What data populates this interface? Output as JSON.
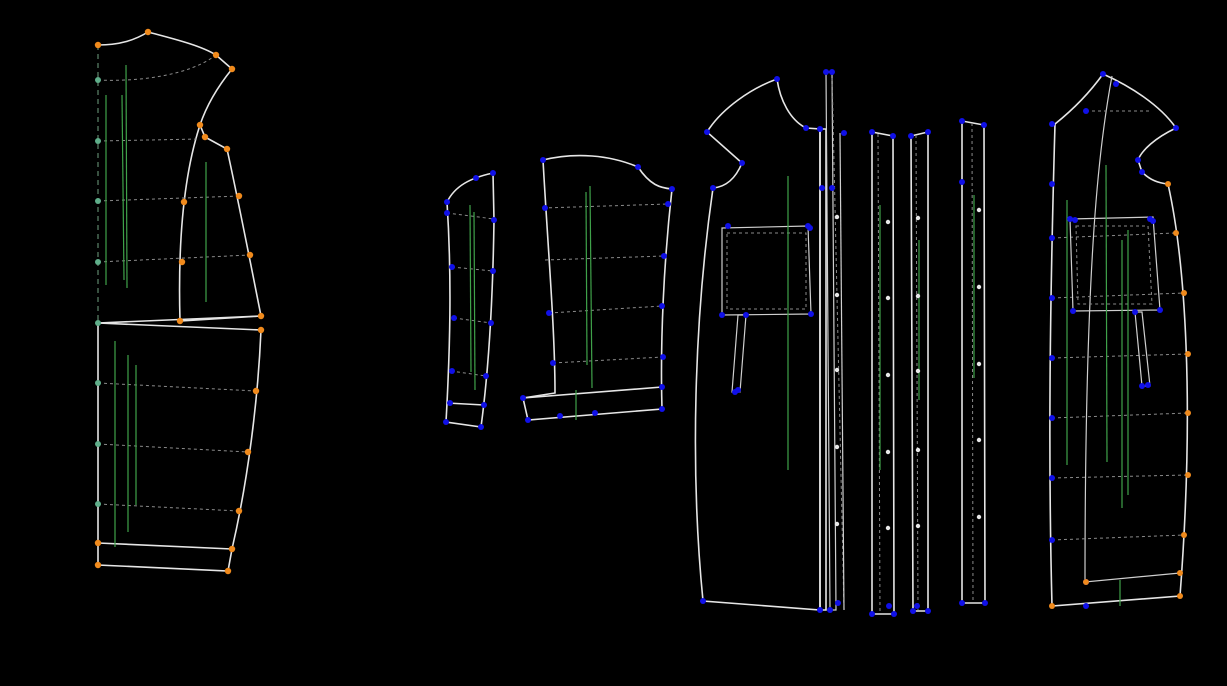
{
  "canvas": {
    "background": "#000000"
  },
  "colors": {
    "outline": "#e6e6e6",
    "seam_guide": "#8a8a8a",
    "center_guide": "#6fa07f",
    "grainline": "#3fa24a",
    "point_orange": "#f08a1c",
    "point_blue": "#1010e8",
    "point_teal": "#5fae8a",
    "point_white": "#e8e8e8"
  },
  "pieces": [
    {
      "id": "back-bodice",
      "point_color": "orange"
    },
    {
      "id": "back-skirt",
      "point_color": "orange"
    },
    {
      "id": "under-sleeve",
      "point_color": "blue"
    },
    {
      "id": "top-sleeve",
      "point_color": "blue"
    },
    {
      "id": "front-left",
      "point_color": "blue"
    },
    {
      "id": "placket-strips",
      "point_color": "blue"
    },
    {
      "id": "front-right",
      "point_color": "blue"
    }
  ]
}
